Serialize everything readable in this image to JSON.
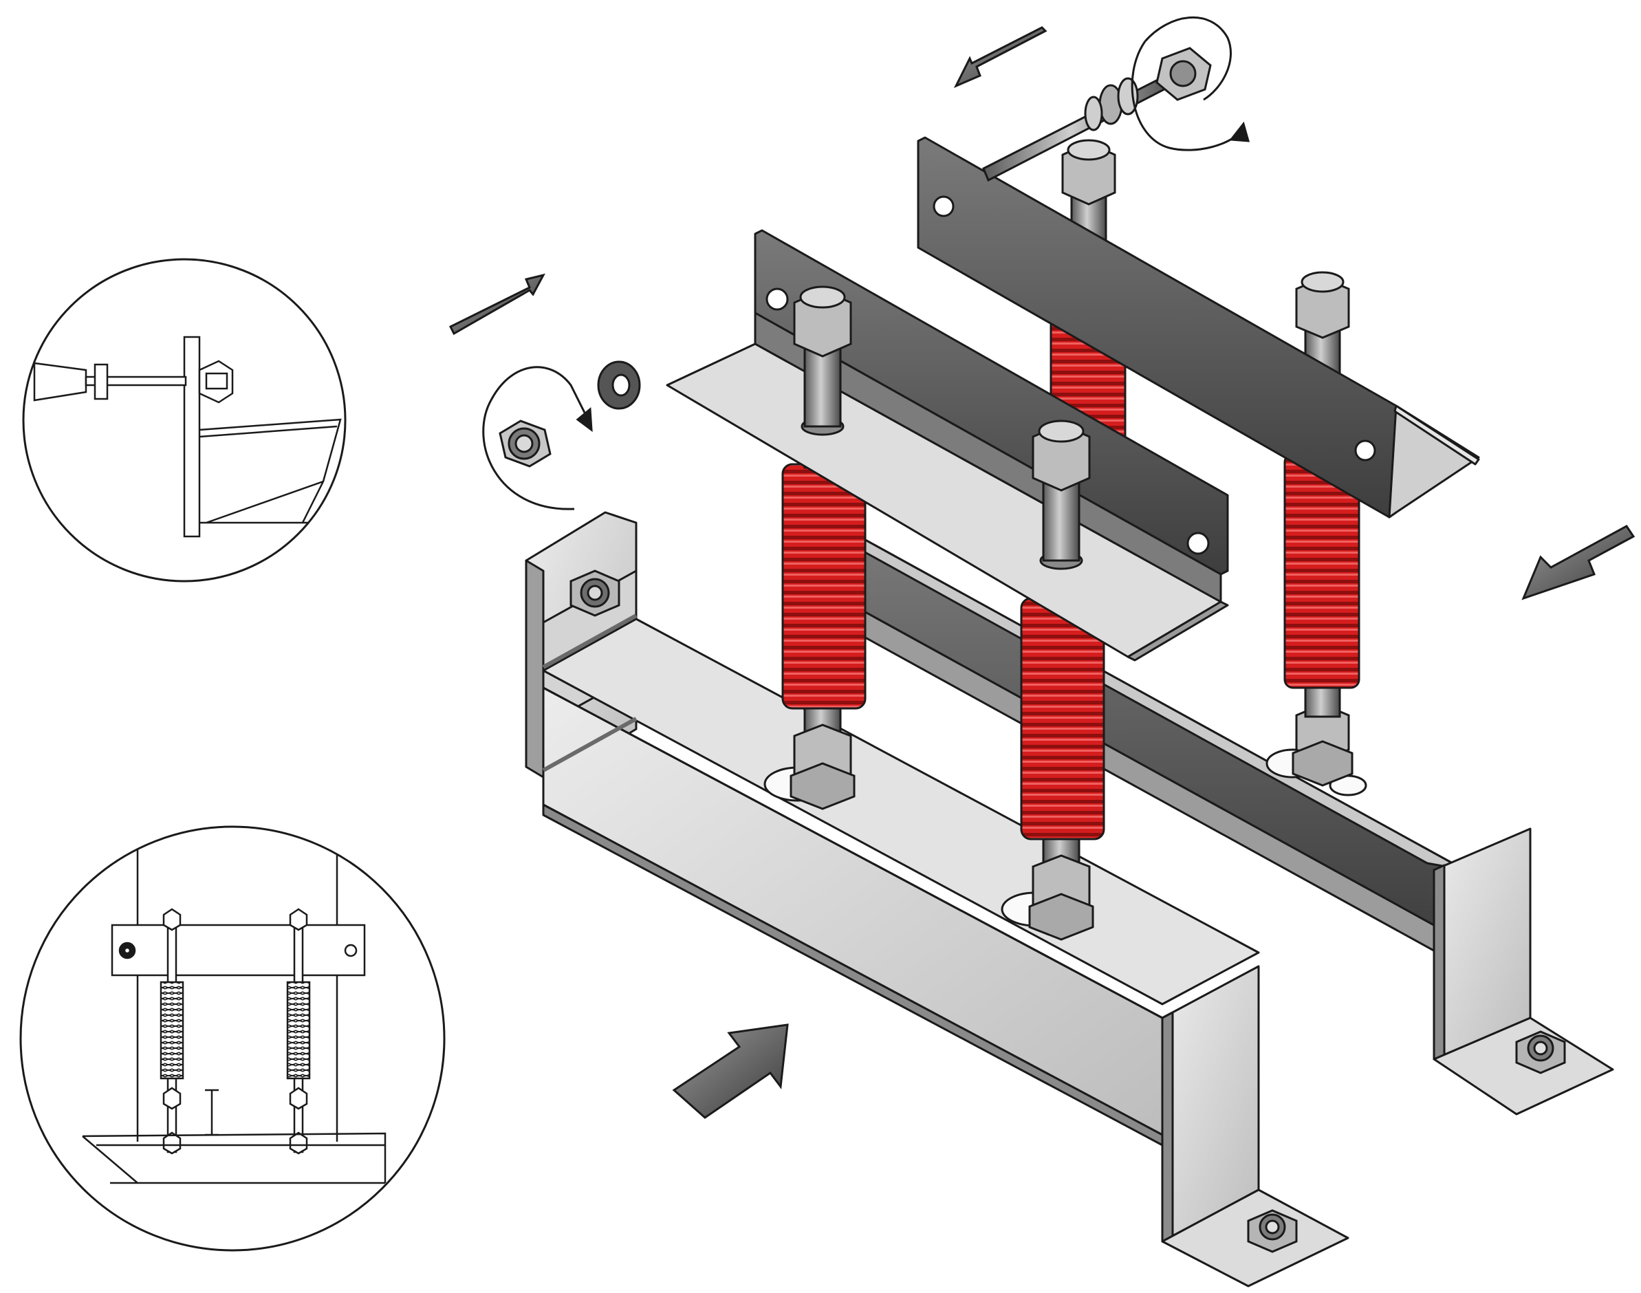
{
  "diagram": {
    "parts": [
      {
        "name": "base-frame-front",
        "kind": "bracket"
      },
      {
        "name": "base-frame-rear",
        "kind": "bracket"
      },
      {
        "name": "angle-bracket-front",
        "kind": "bracket"
      },
      {
        "name": "angle-bracket-rear",
        "kind": "bracket"
      },
      {
        "name": "spring",
        "count": 4
      },
      {
        "name": "threaded-rod",
        "count": 4
      },
      {
        "name": "bolt-with-washers",
        "count": 1
      },
      {
        "name": "lock-nut",
        "count": 1
      },
      {
        "name": "flat-washer",
        "count": 1
      }
    ],
    "callouts": [
      {
        "name": "detail-circle-side-view"
      },
      {
        "name": "detail-circle-front-view"
      }
    ],
    "arrows": [
      {
        "name": "arrow-insert-right",
        "direction": "up-right"
      },
      {
        "name": "arrow-insert-left",
        "direction": "down-left"
      },
      {
        "name": "arrow-push-in",
        "direction": "up-right"
      },
      {
        "name": "arrow-push-in-right",
        "direction": "down-left"
      },
      {
        "name": "rotate-clockwise-nut",
        "direction": "clockwise"
      },
      {
        "name": "rotate-bolt",
        "direction": "clockwise"
      }
    ]
  },
  "colors": {
    "steel_light": "#d8d8d8",
    "steel_mid": "#a9a9a9",
    "steel_dark": "#5e5e5e",
    "spring_red": "#d51d1d",
    "spring_dark": "#8d0f0f",
    "outline": "#1a1a1a",
    "arrow_fill": "#6f6f6f"
  }
}
